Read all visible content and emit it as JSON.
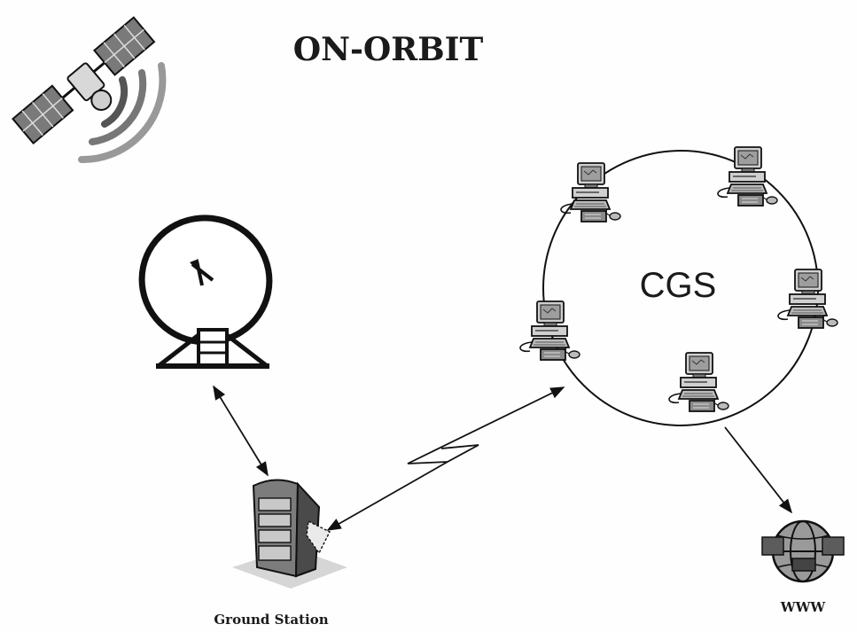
{
  "title": "ON-ORBIT",
  "network_label": "CGS",
  "ground_station_label": "Ground Station",
  "www_label": "WWW",
  "icons": {
    "satellite": "satellite-icon",
    "dish": "satellite-dish-icon",
    "ground_station": "ground-station-icon",
    "workstation": "computer-workstation-icon",
    "globe": "globe-icon"
  },
  "colors": {
    "ink": "#111111",
    "panel_light": "#d9d9d9",
    "panel_dark": "#6e6e6e",
    "screen": "#bdbdbd",
    "background": "#fefefe"
  }
}
